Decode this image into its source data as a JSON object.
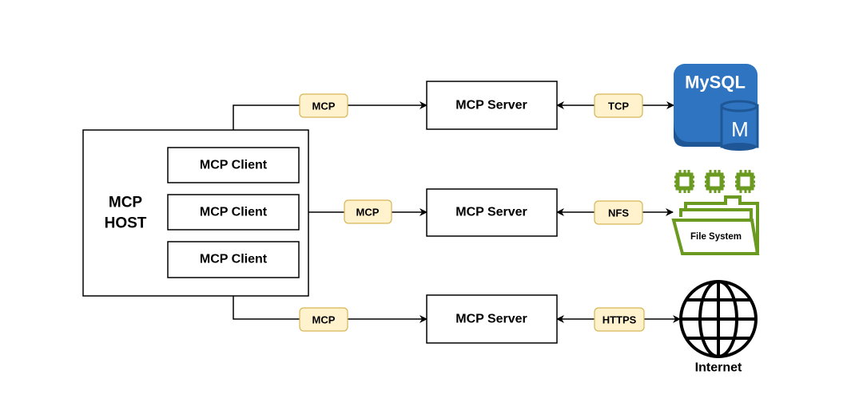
{
  "host": {
    "label_line1": "MCP",
    "label_line2": "HOST"
  },
  "clients": [
    {
      "label": "MCP Client"
    },
    {
      "label": "MCP Client"
    },
    {
      "label": "MCP Client"
    }
  ],
  "servers": [
    {
      "label": "MCP Server"
    },
    {
      "label": "MCP Server"
    },
    {
      "label": "MCP Server"
    }
  ],
  "client_links": [
    {
      "label": "MCP"
    },
    {
      "label": "MCP"
    },
    {
      "label": "MCP"
    }
  ],
  "resource_links": [
    {
      "label": "TCP"
    },
    {
      "label": "NFS"
    },
    {
      "label": "HTTPS"
    }
  ],
  "resources": [
    {
      "icon": "mysql-database-icon",
      "logo_text": "MySQL",
      "logo_letter": "M"
    },
    {
      "icon": "file-system-folder-icon",
      "label": "File System"
    },
    {
      "icon": "globe-icon",
      "label": "Internet"
    }
  ],
  "colors": {
    "label_fill": "#fff2cc",
    "label_stroke": "#d6b656",
    "mysql_blue": "#2f74c0",
    "filesystem_green": "#6a9a1f"
  }
}
